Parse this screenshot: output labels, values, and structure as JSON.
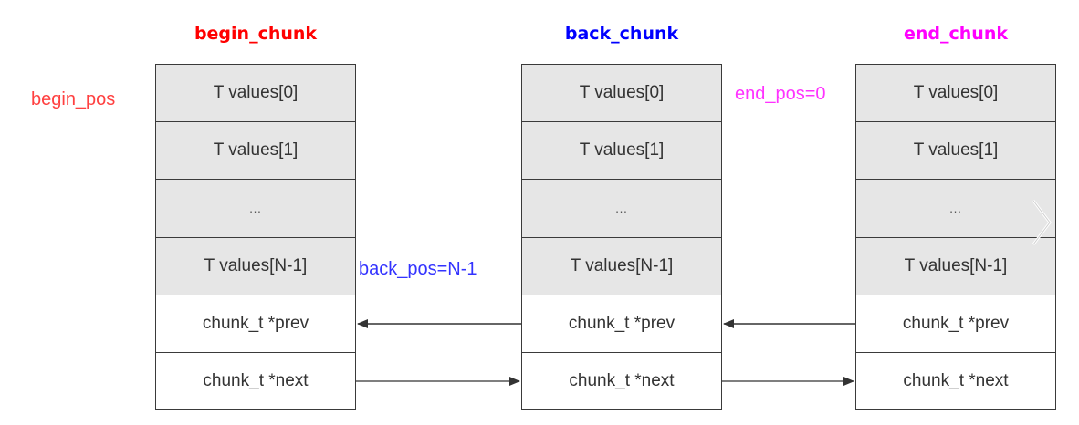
{
  "chunks": [
    {
      "id": "begin",
      "title": "begin_chunk",
      "title_color": "#ff0000",
      "cells": [
        "T values[0]",
        "T values[1]",
        "…",
        "T values[N-1]",
        "chunk_t *prev",
        "chunk_t *next"
      ]
    },
    {
      "id": "back",
      "title": "back_chunk",
      "title_color": "#0000ff",
      "cells": [
        "T values[0]",
        "T values[1]",
        "…",
        "T values[N-1]",
        "chunk_t *prev",
        "chunk_t *next"
      ]
    },
    {
      "id": "end",
      "title": "end_chunk",
      "title_color": "#ff00ff",
      "cells": [
        "T values[0]",
        "T values[1]",
        "…",
        "T values[N-1]",
        "chunk_t *prev",
        "chunk_t *next"
      ]
    }
  ],
  "labels": {
    "begin_pos": "begin_pos",
    "begin_pos_color": "#ff4040",
    "back_pos": "back_pos=N-1",
    "back_pos_color": "#3333ff",
    "end_pos": "end_pos=0",
    "end_pos_color": "#ff33ff"
  },
  "colors": {
    "value_cell_bg": "#e6e6e6",
    "pointer_cell_bg": "#ffffff",
    "border": "#3a3a3a",
    "arrow": "#333333"
  },
  "icons": {
    "next_chevron": "chevron-right-icon"
  }
}
